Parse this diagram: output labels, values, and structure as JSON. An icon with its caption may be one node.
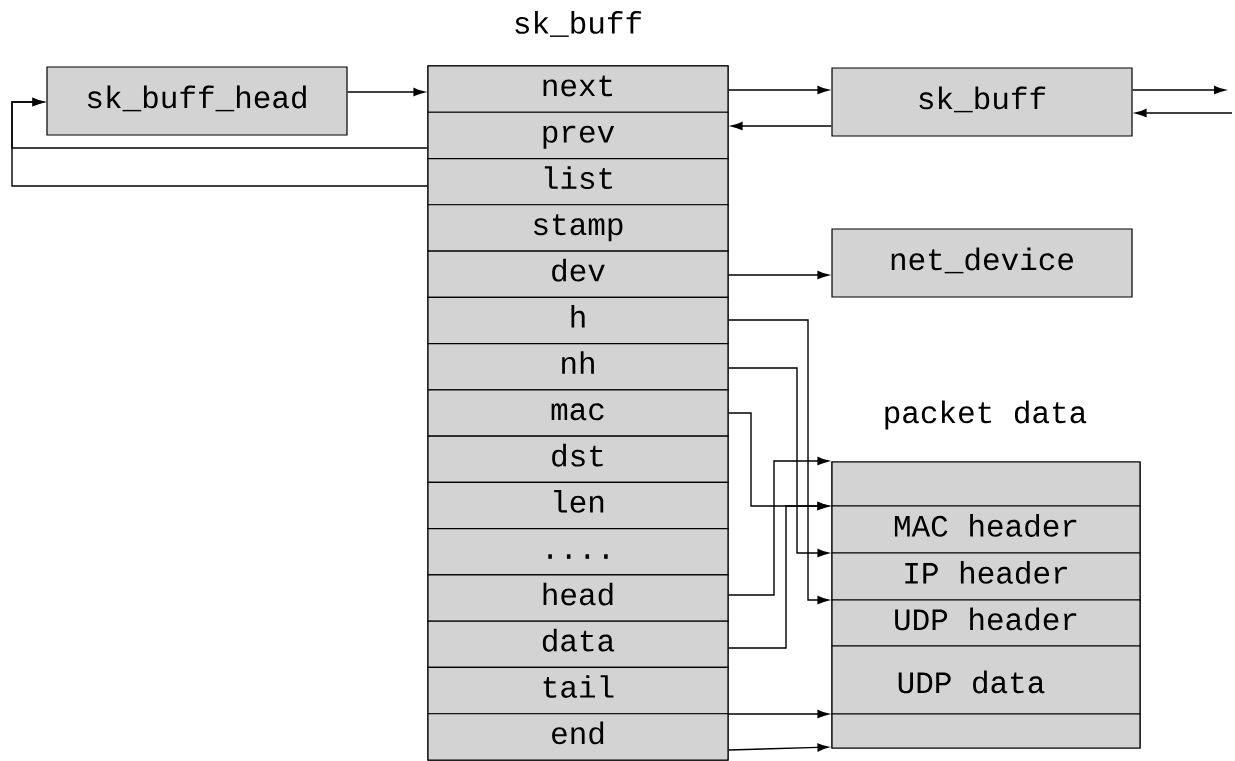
{
  "diagram": {
    "nodes": [
      {
        "text": [
          "sk_buff"
        ]
      },
      {
        "text": [
          "next"
        ],
        "in": 0
      },
      {
        "text": [
          "prev"
        ],
        "in": 0
      },
      {
        "text": [
          "list"
        ],
        "in": 0
      },
      {
        "text": [
          "stamp"
        ],
        "in": 0
      },
      {
        "text": [
          "dev"
        ],
        "in": 0
      },
      {
        "text": [
          "h"
        ],
        "in": 0
      },
      {
        "text": [
          "nh"
        ],
        "in": 0
      },
      {
        "text": [
          "mac"
        ],
        "in": 0
      },
      {
        "text": [
          "dst"
        ],
        "in": 0
      },
      {
        "text": [
          "len"
        ],
        "in": 0
      },
      {
        "text": [
          "...."
        ],
        "in": 0
      },
      {
        "text": [
          "head"
        ],
        "in": 0
      },
      {
        "text": [
          "data"
        ],
        "in": 0
      },
      {
        "text": [
          "tail"
        ],
        "in": 0
      },
      {
        "text": [
          "end"
        ],
        "in": 0
      },
      {
        "text": [
          "sk_buff_head"
        ]
      },
      {
        "text": [
          "sk_buff"
        ]
      },
      {
        "text": [
          "net_device"
        ]
      },
      {
        "text": [
          "packet data"
        ]
      },
      {
        "text": [],
        "shape": "box",
        "in": 19
      },
      {
        "text": [
          "MAC header"
        ],
        "in": 19
      },
      {
        "text": [
          "IP header"
        ],
        "in": 19
      },
      {
        "text": [
          "UDP header"
        ],
        "in": 19
      },
      {
        "text": [
          "UDP data"
        ],
        "in": 19
      },
      {
        "text": [],
        "shape": "box",
        "in": 19
      }
    ],
    "edges": [
      {
        "from": 16,
        "to": 1,
        "arrow": "to"
      },
      {
        "from": 2,
        "to": 16,
        "arrow": "to"
      },
      {
        "from": 3,
        "to": 16,
        "arrow": "to"
      },
      {
        "from": 1,
        "to": 17,
        "arrow": "to"
      },
      {
        "from": 17,
        "to": 2,
        "arrow": "to"
      },
      {
        "from": 17,
        "to": null,
        "arrow": "to"
      },
      {
        "from": null,
        "to": 17,
        "arrow": "to"
      },
      {
        "from": 5,
        "to": 18,
        "arrow": "to"
      },
      {
        "from": 6,
        "to": 23,
        "arrow": "to"
      },
      {
        "from": 7,
        "to": 22,
        "arrow": "to"
      },
      {
        "from": 8,
        "to": 21,
        "arrow": "to"
      },
      {
        "from": 12,
        "to": 20,
        "arrow": "to"
      },
      {
        "from": 13,
        "to": 21,
        "arrow": "to"
      },
      {
        "from": 14,
        "to": 25,
        "arrow": "to"
      },
      {
        "from": 15,
        "to": 25,
        "arrow": "to"
      }
    ]
  }
}
